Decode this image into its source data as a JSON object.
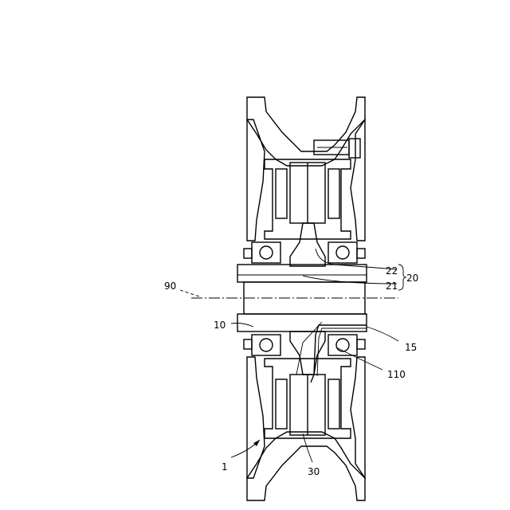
{
  "labels": {
    "wheel": "1",
    "shaft": "10",
    "cable": "15",
    "stator_assembly": "20",
    "stator_core": "21",
    "stator_part": "22",
    "motor": "30",
    "axis": "90",
    "lead_wire": "110"
  },
  "colors": {
    "line": "#000000",
    "background": "#ffffff"
  }
}
